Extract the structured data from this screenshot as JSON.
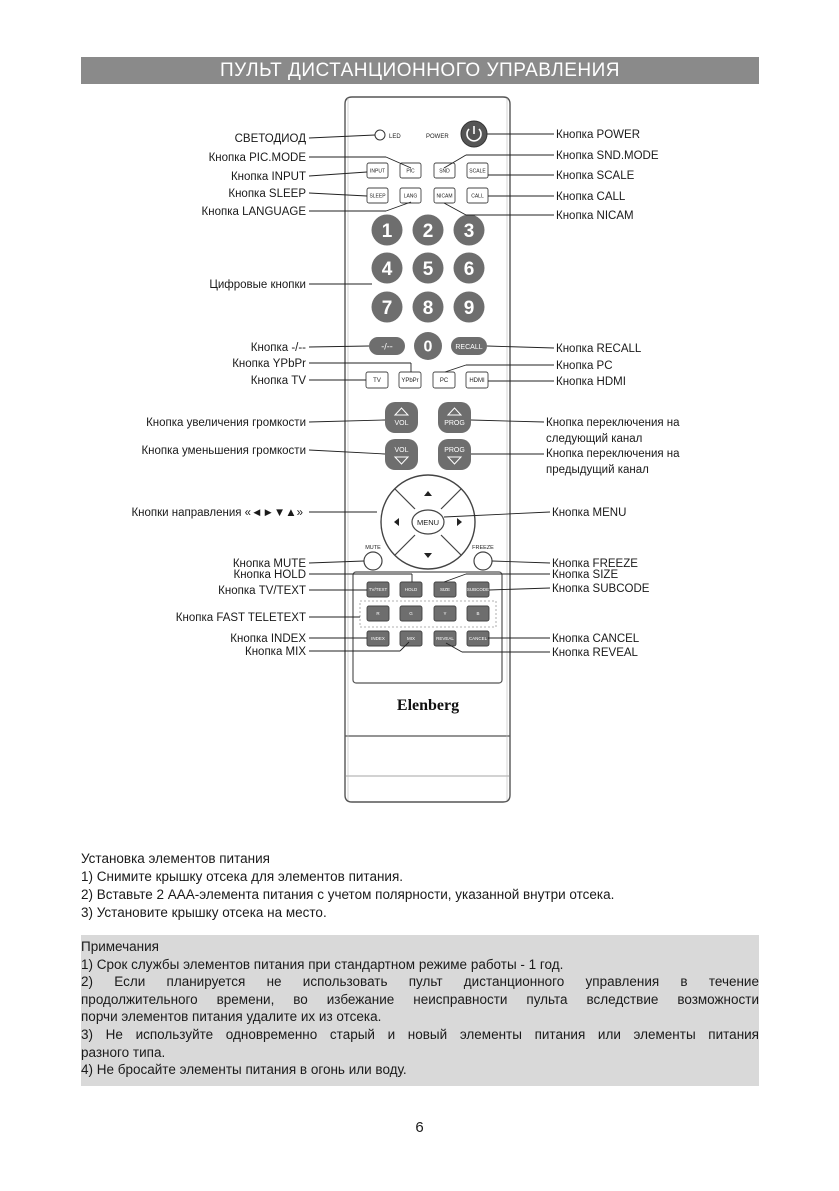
{
  "header": {
    "title": "ПУЛЬТ ДИСТАНЦИОННОГО УПРАВЛЕНИЯ"
  },
  "remote": {
    "brand": "Elenberg",
    "led_text": "LED",
    "power_text": "POWER",
    "row1": [
      "INPUT",
      "PIC",
      "SND",
      "SCALE"
    ],
    "row2": [
      "SLEEP",
      "LANG",
      "NICAM",
      "CALL"
    ],
    "digits": [
      "1",
      "2",
      "3",
      "4",
      "5",
      "6",
      "7",
      "8",
      "9"
    ],
    "dash": "-/--",
    "zero": "0",
    "recall": "RECALL",
    "sources": [
      "TV",
      "YPbPr",
      "PC",
      "HDMI"
    ],
    "vol": "VOL",
    "prog": "PROG",
    "menu": "MENU",
    "mute": "MUTE",
    "freeze": "FREEZE",
    "teletext1": [
      "TV/TEXT",
      "HOLD",
      "SIZE",
      "SUBCODE"
    ],
    "teletext2": [
      "R",
      "G",
      "Y",
      "B"
    ],
    "teletext3": [
      "INDEX",
      "MIX",
      "REVEAL",
      "CANCEL"
    ]
  },
  "labels_left": {
    "led": "СВЕТОДИОД",
    "pic_mode": "Кнопка PIC.MODE",
    "input": "Кнопка INPUT",
    "sleep": "Кнопка SLEEP",
    "language": "Кнопка LANGUAGE",
    "digits": "Цифровые кнопки",
    "dash": "Кнопка -/--",
    "ypbpr": "Кнопка YPbPr",
    "tv": "Кнопка TV",
    "vol_up": "Кнопка увеличения громкости",
    "vol_down": "Кнопка уменьшения громкости",
    "direction": "Кнопки направления «◄►▼▲»",
    "mute": "Кнопка MUTE",
    "hold": "Кнопка HOLD",
    "tvtext": "Кнопка TV/TEXT",
    "fast": "Кнопка FAST TELETEXT",
    "index": "Кнопка INDEX",
    "mix": "Кнопка MIX"
  },
  "labels_right": {
    "power": "Кнопка POWER",
    "snd_mode": "Кнопка SND.MODE",
    "scale": "Кнопка SCALE",
    "call": "Кнопка CALL",
    "nicam": "Кнопка NICAM",
    "recall": "Кнопка RECALL",
    "pc": "Кнопка PC",
    "hdmi": "Кнопка HDMI",
    "prog_up_1": "Кнопка переключения на",
    "prog_up_2": "следующий канал",
    "prog_down_1": "Кнопка переключения на",
    "prog_down_2": "предыдущий канал",
    "menu": "Кнопка MENU",
    "freeze": "Кнопка FREEZE",
    "size": "Кнопка SIZE",
    "subcode": "Кнопка SUBCODE",
    "cancel": "Кнопка CANCEL",
    "reveal": "Кнопка REVEAL"
  },
  "battery": {
    "title": "Установка элементов питания",
    "steps": [
      "1) Снимите крышку отсека для элементов питания.",
      "2) Вставьте 2 AAA-элемента питания с учетом полярности, указанной внутри отсека.",
      "3) Установите крышку отсека на место."
    ]
  },
  "notes": {
    "title": "Примечания",
    "n1": "1) Срок службы элементов питания при стандартном режиме работы - 1 год.",
    "n2a": "2) Если планируется не использовать пульт дистанционного управления в течение",
    "n2b": "продолжительного времени, во избежание неисправности пульта вследствие возможности",
    "n2c": "порчи элементов питания удалите их из отсека.",
    "n3a": "3) Не используйте одновременно старый и новый элементы питания или элементы питания",
    "n3b": "разного типа.",
    "n4": "4) Не бросайте элементы питания в огонь или воду."
  },
  "page_number": "6",
  "colors": {
    "header_bg": "#8a8a8a",
    "notes_bg": "#d9d9d9",
    "button_dark": "#6e6e6e"
  }
}
